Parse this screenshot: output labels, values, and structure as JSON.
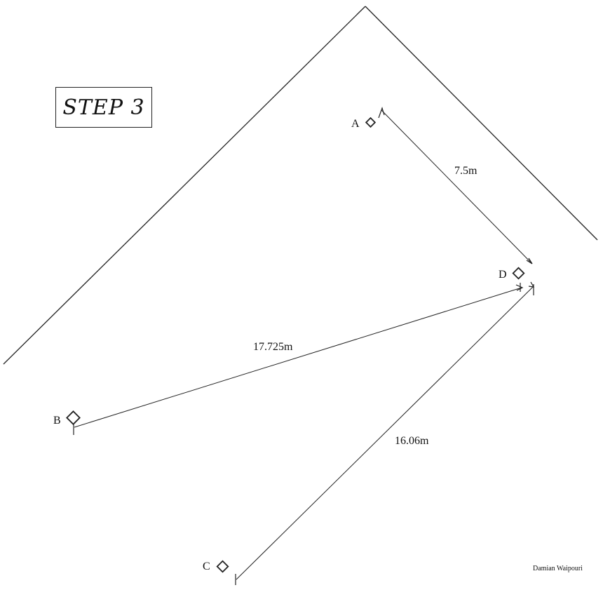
{
  "title": "STEP 3",
  "points": {
    "a": "A",
    "b": "B",
    "c": "C",
    "d": "D"
  },
  "measurements": {
    "ad": "7.5m",
    "bd": "17.725m",
    "cd": "16.06m"
  },
  "credit": "Damian Waipouri",
  "colors": {
    "ink": "#222222",
    "background": "#ffffff"
  }
}
